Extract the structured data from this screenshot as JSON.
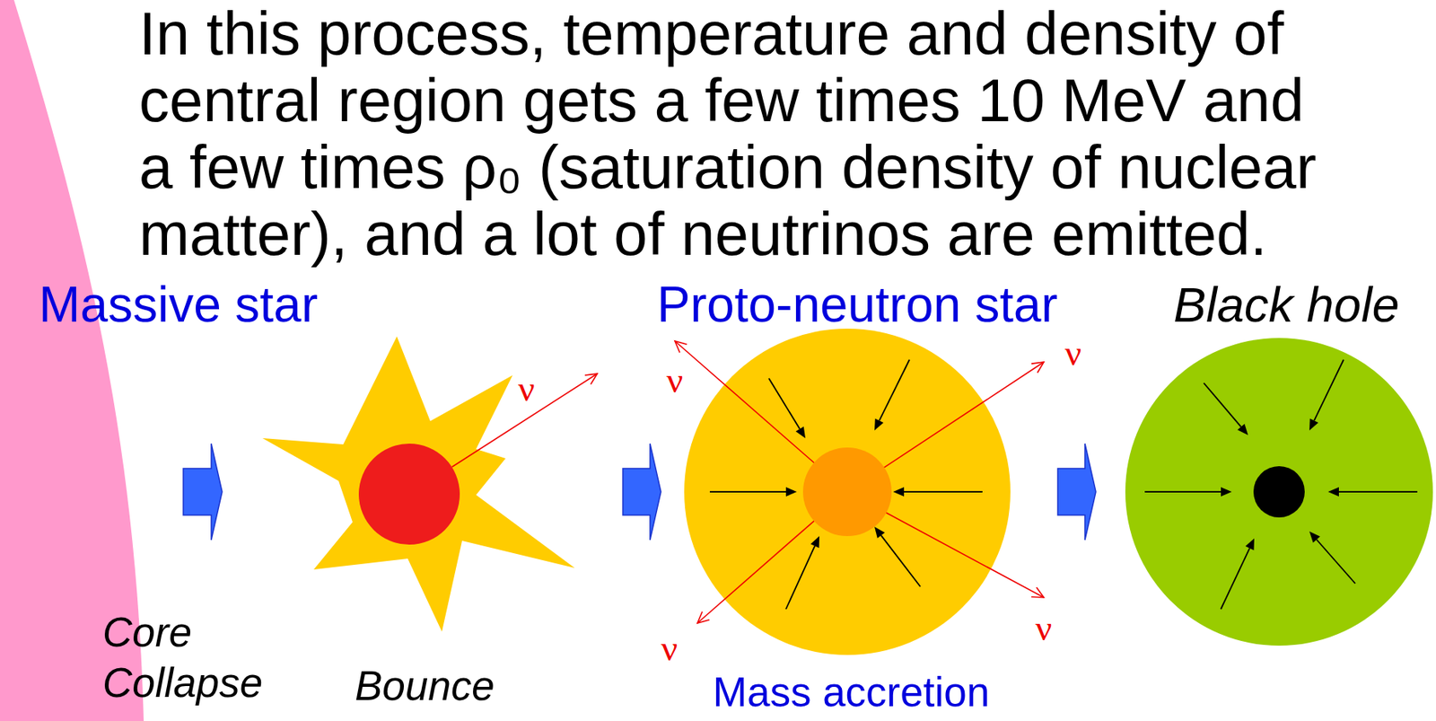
{
  "diagram": {
    "nodes": [
      {
        "text": [
          "Massive star",
          "Core Collapse"
        ]
      },
      {
        "text": [
          "Bounce"
        ]
      },
      {
        "text": [
          "Proto-neutron star",
          "Mass accretion"
        ]
      },
      {
        "text": [
          "Black hole"
        ]
      }
    ],
    "edges": [
      {
        "from": 0,
        "to": 1,
        "arrow": "to"
      },
      {
        "from": 1,
        "to": 2,
        "arrow": "to"
      },
      {
        "from": 2,
        "to": 3,
        "arrow": "to"
      }
    ],
    "labels": [
      "In this process, temperature and density of central region gets a few times 10 MeV and a few times ρ₀ (saturation density of nuclear matter), and a lot of neutrinos are emitted.",
      "ν",
      "ν",
      "ν",
      "ν",
      "ν"
    ]
  }
}
